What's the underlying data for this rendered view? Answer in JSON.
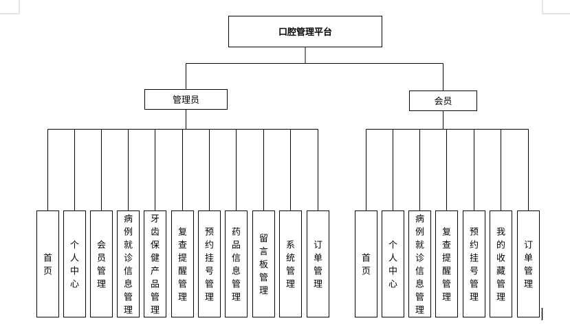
{
  "root": {
    "label": "口腔管理平台"
  },
  "groups": [
    {
      "key": "admin",
      "label": "管理员",
      "children": [
        "首页",
        "个人中心",
        "会员管理",
        "病例就诊信息管理",
        "牙齿保健产品管理",
        "复查提醒管理",
        "预约挂号管理",
        "药品信息管理",
        "留言板管理",
        "系统管理",
        "订单管理"
      ]
    },
    {
      "key": "member",
      "label": "会员",
      "children": [
        "首页",
        "个人中心",
        "病例就诊信息管理",
        "复查提醒管理",
        "预约挂号管理",
        "我的收藏管理",
        "订单管理"
      ]
    }
  ],
  "colors": {
    "line": "#000000",
    "text": "#000000",
    "fill": "#ffffff"
  }
}
